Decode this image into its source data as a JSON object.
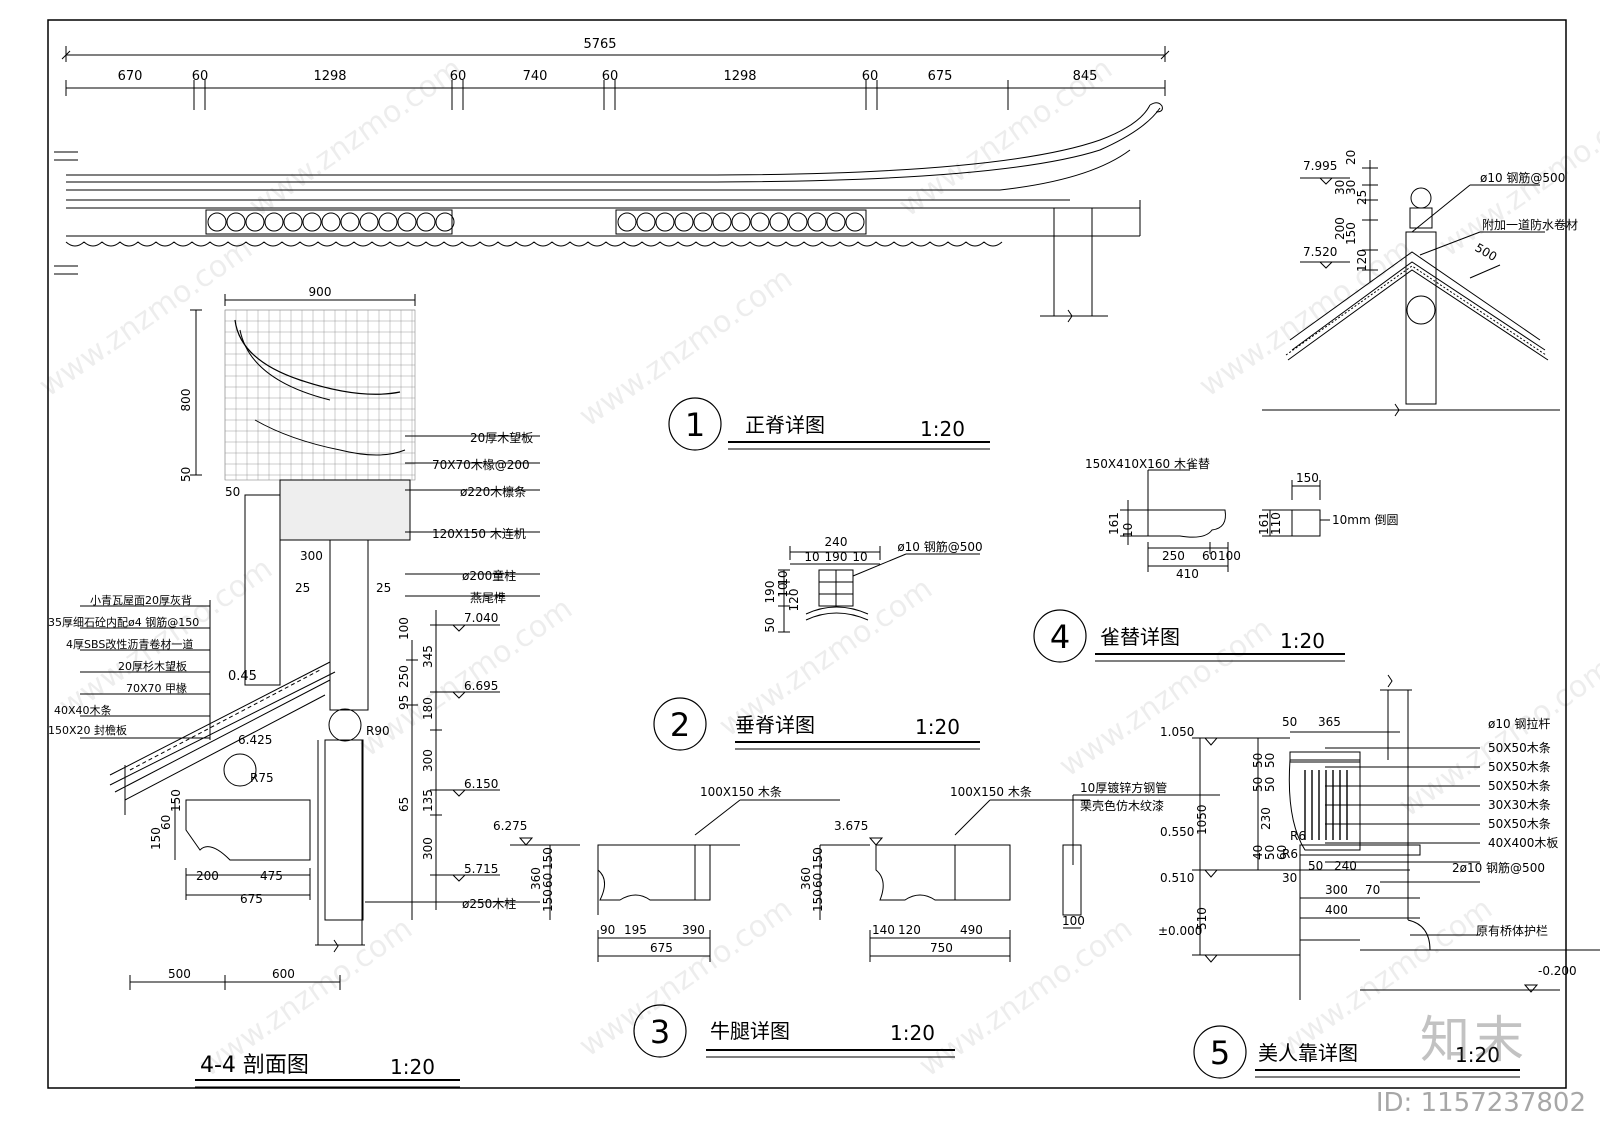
{
  "watermark": "www.znzmo.com",
  "brand": "知末",
  "image_id": "ID: 1157237802",
  "elevation": {
    "total_dim": "5765",
    "dims": [
      "670",
      "60",
      "1298",
      "60",
      "740",
      "60",
      "1298",
      "60",
      "675",
      "845"
    ]
  },
  "d1": {
    "num": "1",
    "title": "正脊详图",
    "scale": "1:20",
    "levels": [
      "7.995",
      "7.520"
    ],
    "vdims": [
      "20",
      "30",
      "30",
      "25",
      "200",
      "150",
      "120"
    ],
    "notes": [
      "ø10 钢筋@500",
      "附加一道防水卷材",
      "500"
    ]
  },
  "d2": {
    "num": "2",
    "title": "垂脊详图",
    "scale": "1:20",
    "dims": [
      "240",
      "10",
      "190",
      "10",
      "190",
      "50",
      "10",
      "10",
      "120"
    ],
    "note": "ø10 钢筋@500"
  },
  "d3": {
    "num": "3",
    "title": "牛腿详图",
    "scale": "1:20",
    "a": {
      "level": "6.275",
      "note": "100X150 木条",
      "v": [
        "360",
        "150",
        "60",
        "150"
      ],
      "h": [
        "90",
        "195",
        "390"
      ],
      "total": "675"
    },
    "b": {
      "level": "3.675",
      "note": "100X150 木条",
      "v": [
        "360",
        "150",
        "60",
        "150"
      ],
      "h": [
        "140",
        "120",
        "490"
      ],
      "total": "750"
    },
    "c": {
      "notes": [
        "10厚镀锌方钢管",
        "栗壳色仿木纹漆"
      ],
      "dim": "100"
    }
  },
  "d4": {
    "num": "4",
    "title": "雀替详图",
    "scale": "1:20",
    "note": "150X410X160 木雀替",
    "dims": [
      "161",
      "10",
      "250",
      "60",
      "100",
      "410",
      "150",
      "161",
      "110",
      "10mm 倒圆"
    ]
  },
  "d5": {
    "num": "5",
    "title": "美人靠详图",
    "scale": "1:20",
    "levels": [
      "1.050",
      "0.550",
      "0.510",
      "±0.000",
      "-0.200"
    ],
    "vdims": [
      "1050",
      "510",
      "50",
      "50",
      "50",
      "50",
      "230",
      "40",
      "50",
      "60"
    ],
    "hdims": [
      "50",
      "365",
      "300",
      "400",
      "70",
      "50",
      "240",
      "30"
    ],
    "radii": [
      "R6",
      "R6"
    ],
    "notes": [
      "ø10 钢拉杆",
      "50X50木条",
      "50X50木条",
      "50X50木条",
      "30X30木条",
      "50X50木条",
      "40X400木板",
      "2ø10 钢筋@500",
      "原有桥体护栏"
    ]
  },
  "s44": {
    "title": "4-4 剖面图",
    "scale": "1:20",
    "levels": [
      "7.040",
      "6.695",
      "6.150",
      "5.715",
      "6.425"
    ],
    "labels_right": [
      "20厚木望板",
      "70X70木椽@200",
      "ø220木檩条",
      "120X150 木连机",
      "ø200童柱",
      "燕尾榫",
      "ø250木柱"
    ],
    "labels_left": [
      "小青瓦屋面20厚灰背",
      "35厚细石砼内配ø4 钢筋@150",
      "4厚SBS改性沥青卷材一道",
      "20厚杉木望板",
      "70X70 甲椽",
      "40X40木条",
      "150X20 封檐板"
    ],
    "slope": "0.45",
    "radii": [
      "R90",
      "R75"
    ],
    "grid": {
      "w": "900",
      "h": "800",
      "b": "50"
    },
    "vdims": [
      "100",
      "250",
      "95",
      "345",
      "180",
      "300",
      "135",
      "300",
      "65",
      "150",
      "60",
      "150"
    ],
    "hdims": [
      "300",
      "25",
      "25",
      "50",
      "200",
      "475",
      "675",
      "500",
      "600"
    ]
  }
}
